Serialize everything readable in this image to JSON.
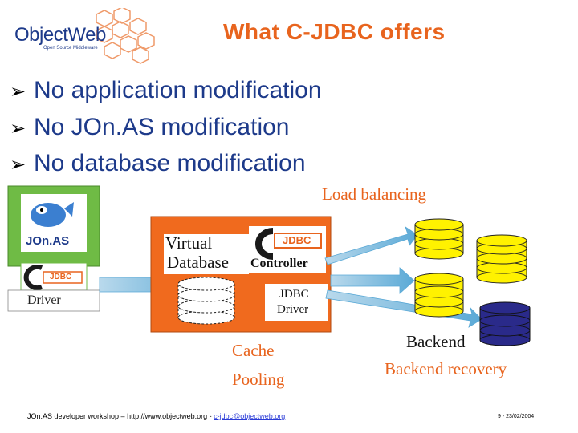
{
  "logo": {
    "part1": "Object",
    "part2": "Web",
    "tagline": "Open Source Middleware"
  },
  "title": "What C-JDBC offers",
  "bullets": [
    "No application modification",
    "No JOn.AS modification",
    "No database modification"
  ],
  "diagram": {
    "load_balancing": "Load balancing",
    "jonas_logo": "JOn.AS",
    "cjdbc_logo": "JDBC",
    "driver": "Driver",
    "virtual_line1": "Virtual",
    "virtual_line2": "Database",
    "controller": "Controller",
    "jdbc_driver_line1": "JDBC",
    "jdbc_driver_line2": "Driver",
    "cache": "Cache",
    "pooling": "Pooling",
    "backend": "Backend",
    "backend_recovery": "Backend recovery"
  },
  "colors": {
    "orange": "#f06a1e",
    "green": "#6fbb45",
    "yellow": "#fff200",
    "navy": "#2a2a8a",
    "title": "#e8641e",
    "blue": "#1d3a8a"
  },
  "footer": {
    "left": "JOn.AS developer workshop – http://www.objectweb.org - ",
    "email": "c-jdbc@objectweb.org",
    "right": "9 - 23/02/2004"
  }
}
